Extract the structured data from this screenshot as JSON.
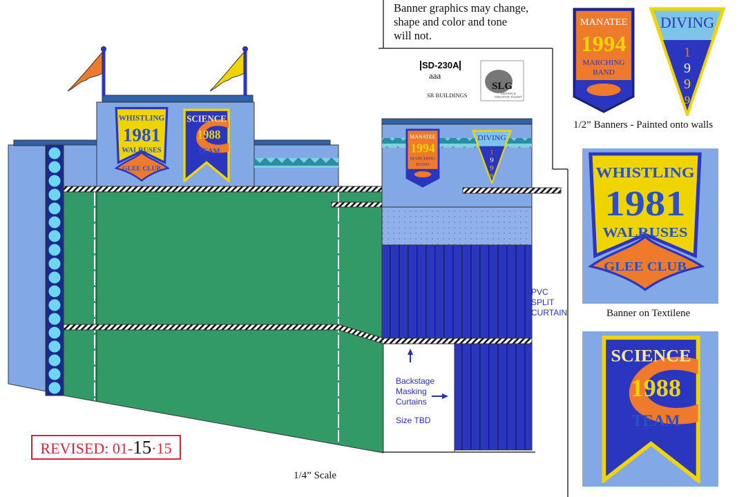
{
  "notes": {
    "banner_disclaimer": [
      "Banner graphics may change,",
      "shape and color and tone",
      "will not."
    ],
    "sheet_number": "SD-230A",
    "sheet_sub": "aaa",
    "client": "SR BUILDINGS",
    "logo_text": "SLG",
    "logo_tagline": [
      "DESIGN &",
      "CREATIVE TALENT"
    ],
    "small_banners_caption": "1/2” Banners - Painted onto walls",
    "textilene_caption": "Banner on Textilene",
    "pvc_label": [
      "PVC",
      "SPLIT",
      "CURTAIN"
    ],
    "backstage_label": [
      "Backstage",
      "Masking",
      "Curtains"
    ],
    "size_label": "Size TBD",
    "scale": "1/4” Scale",
    "revised": {
      "prefix": "REVISED: 01-",
      "day": "15",
      "suffix": "·15"
    }
  },
  "banners": {
    "whistling": {
      "top": "WHISTLING",
      "year": "1981",
      "bottom": "WALRUSES",
      "ribbon": "GLEE CLUB"
    },
    "science": {
      "top": "SCIENCE",
      "year": "1988",
      "bottom": "TEAM"
    },
    "manatee": {
      "top": "MANATEE",
      "year": "1994",
      "line1": "MARCHING",
      "line2": "BAND"
    },
    "diving": {
      "top": "DIVING",
      "digits": [
        "1",
        "9",
        "9",
        "9"
      ]
    }
  },
  "colors": {
    "wall_blue": "#82a9e6",
    "green": "#329a66",
    "curtain": "#2a35c0",
    "yellow": "#f0d400",
    "orange": "#ef7a2c",
    "revised_red": "#d9233b"
  }
}
